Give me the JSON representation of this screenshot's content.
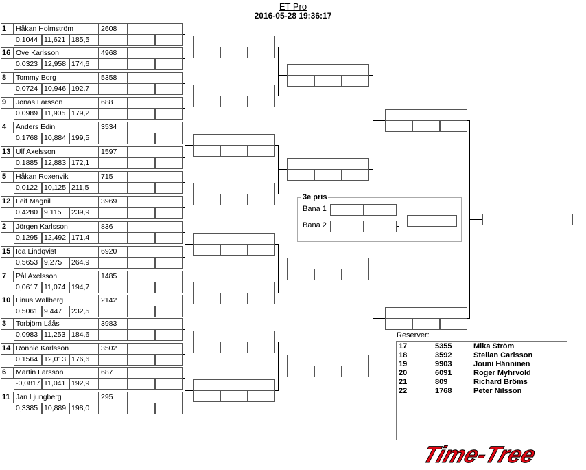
{
  "header": {
    "title": "ET Pro",
    "datetime": "2016-05-28 19:36:17"
  },
  "racers": [
    {
      "seed": "1",
      "name": "Håkan Holmström",
      "number": "2608",
      "reaction": "0,1044",
      "et": "11,621",
      "speed": "185,5"
    },
    {
      "seed": "16",
      "name": "Ove Karlsson",
      "number": "4968",
      "reaction": "0,0323",
      "et": "12,958",
      "speed": "174,6"
    },
    {
      "seed": "8",
      "name": "Tommy Borg",
      "number": "5358",
      "reaction": "0,0724",
      "et": "10,946",
      "speed": "192,7"
    },
    {
      "seed": "9",
      "name": "Jonas Larsson",
      "number": "688",
      "reaction": "0,0989",
      "et": "11,905",
      "speed": "179,2"
    },
    {
      "seed": "4",
      "name": "Anders Edin",
      "number": "3534",
      "reaction": "0,1768",
      "et": "10,884",
      "speed": "199,5"
    },
    {
      "seed": "13",
      "name": "Ulf Axelsson",
      "number": "1597",
      "reaction": "0,1885",
      "et": "12,883",
      "speed": "172,1"
    },
    {
      "seed": "5",
      "name": "Håkan Roxenvik",
      "number": "715",
      "reaction": "0,0122",
      "et": "10,125",
      "speed": "211,5"
    },
    {
      "seed": "12",
      "name": "Leif Magnil",
      "number": "3969",
      "reaction": "0,4280",
      "et": "9,115",
      "speed": "239,9"
    },
    {
      "seed": "2",
      "name": "Jörgen Karlsson",
      "number": "836",
      "reaction": "0,1295",
      "et": "12,492",
      "speed": "171,4"
    },
    {
      "seed": "15",
      "name": "Ida Lindqvist",
      "number": "6920",
      "reaction": "0,5653",
      "et": "9,275",
      "speed": "264,9"
    },
    {
      "seed": "7",
      "name": "Pål Axelsson",
      "number": "1485",
      "reaction": "0,0617",
      "et": "11,074",
      "speed": "194,7"
    },
    {
      "seed": "10",
      "name": "Linus Wallberg",
      "number": "2142",
      "reaction": "0,5061",
      "et": "9,447",
      "speed": "232,5"
    },
    {
      "seed": "3",
      "name": "Torbjörn Låås",
      "number": "3983",
      "reaction": "0,0983",
      "et": "11,253",
      "speed": "184,6"
    },
    {
      "seed": "14",
      "name": "Ronnie  Karlsson",
      "number": "3502",
      "reaction": "0,1564",
      "et": "12,013",
      "speed": "176,6"
    },
    {
      "seed": "6",
      "name": "Martin Larsson",
      "number": "687",
      "reaction": "-0,0817",
      "et": "11,041",
      "speed": "192,9"
    },
    {
      "seed": "11",
      "name": "Jan Ljungberg",
      "number": "295",
      "reaction": "0,3385",
      "et": "10,889",
      "speed": "198,0"
    }
  ],
  "third_place": {
    "title": "3e pris",
    "lane1": "Bana 1",
    "lane2": "Bana 2"
  },
  "reserves": {
    "title": "Reserver:",
    "items": [
      {
        "pos": "17",
        "number": "5355",
        "name": "Mika Ström"
      },
      {
        "pos": "18",
        "number": "3592",
        "name": "Stellan Carlsson"
      },
      {
        "pos": "19",
        "number": "9903",
        "name": "Jouni  Hänninen"
      },
      {
        "pos": "20",
        "number": "6091",
        "name": "Roger Myhrvold"
      },
      {
        "pos": "21",
        "number": "809",
        "name": "Richard Bröms"
      },
      {
        "pos": "22",
        "number": "1768",
        "name": "Peter Nilsson"
      }
    ]
  },
  "logo": {
    "text": "Time-Tree",
    "color": "#e30613"
  }
}
